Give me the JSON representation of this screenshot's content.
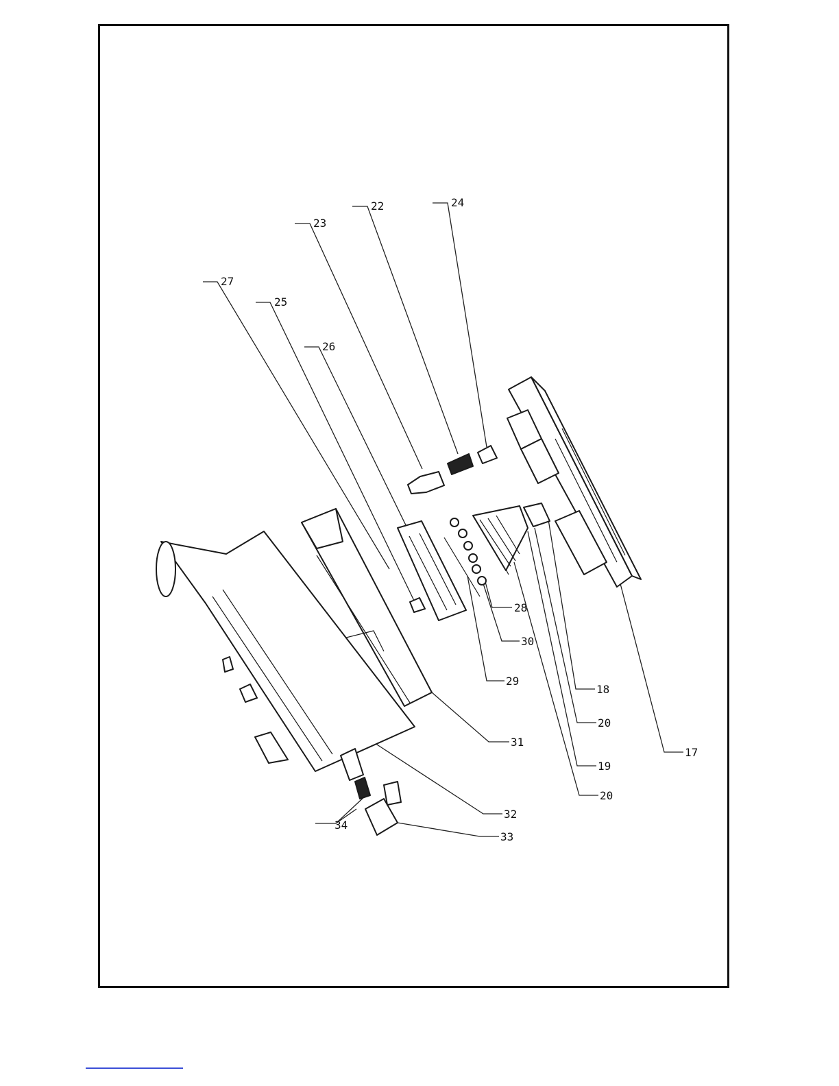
{
  "callouts": [
    "27",
    "25",
    "26",
    "23",
    "22",
    "24",
    "28",
    "30",
    "29",
    "31",
    "32",
    "33",
    "34",
    "18",
    "20",
    "19",
    "20",
    "17"
  ],
  "colors": {
    "frame": "#111111",
    "footer_rule": "#3a4ed6"
  }
}
